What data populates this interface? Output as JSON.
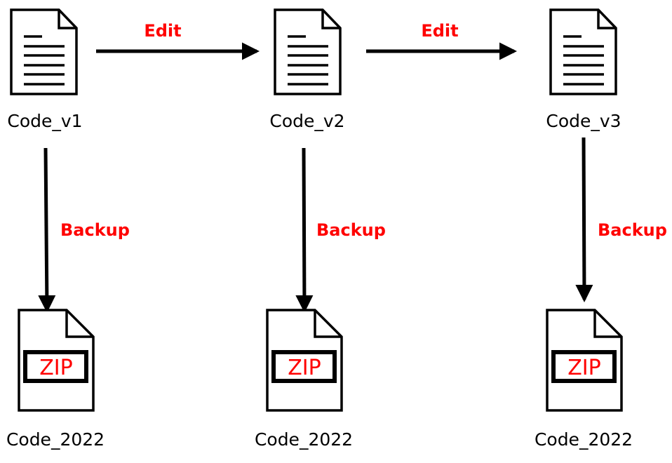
{
  "colors": {
    "label_red": "#ff0000",
    "ink": "#000000"
  },
  "nodes": [
    {
      "icon": "document-icon",
      "label": "Code_v1"
    },
    {
      "icon": "document-icon",
      "label": "Code_v2"
    },
    {
      "icon": "document-icon",
      "label": "Code_v3"
    }
  ],
  "backups": [
    {
      "icon": "zip-file-icon",
      "badge": "ZIP",
      "label": "Code_2022"
    },
    {
      "icon": "zip-file-icon",
      "badge": "ZIP",
      "label": "Code_2022"
    },
    {
      "icon": "zip-file-icon",
      "badge": "ZIP",
      "label": "Code_2022"
    }
  ],
  "edit_edges": [
    {
      "from": "Code_v1",
      "to": "Code_v2",
      "label": "Edit"
    },
    {
      "from": "Code_v2",
      "to": "Code_v3",
      "label": "Edit"
    }
  ],
  "backup_edges": [
    {
      "from": "Code_v1",
      "to": "Code_2022",
      "label": "Backup"
    },
    {
      "from": "Code_v2",
      "to": "Code_2022",
      "label": "Backup"
    },
    {
      "from": "Code_v3",
      "to": "Code_2022",
      "label": "Backup"
    }
  ]
}
